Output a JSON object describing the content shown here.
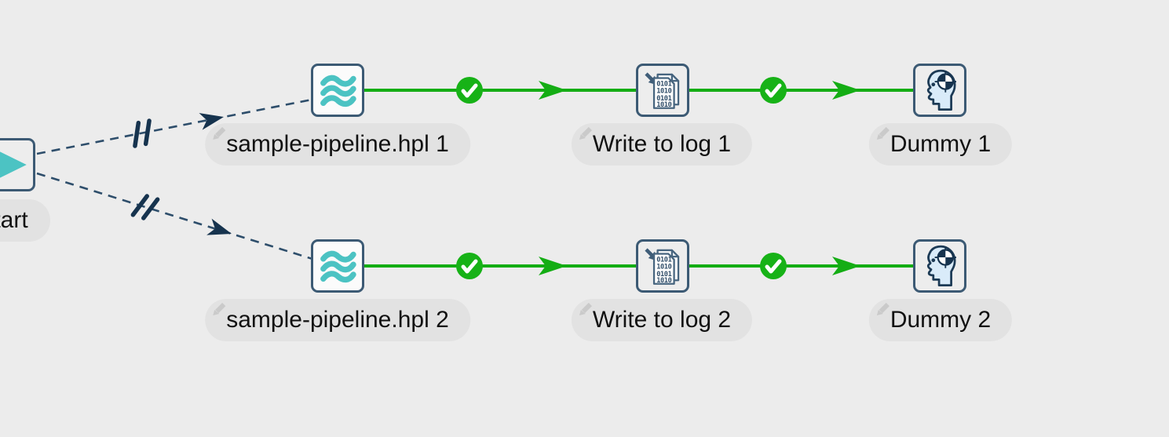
{
  "canvas": {
    "type": "workflow-editor-canvas",
    "background_color": "#ececec"
  },
  "palette": {
    "hop_green": "#14ad14",
    "check_circle_green": "#17b217",
    "hop_navy": "#16334e",
    "slate_border": "#3c5a74",
    "teal": "#4cc3c3",
    "label_bg": "#e2e2e2",
    "label_text": "#111111"
  },
  "workflow": {
    "start_action": {
      "label": "Start",
      "icon": "play-icon"
    },
    "actions": [
      {
        "label": "sample-pipeline.hpl 1",
        "icon": "pipeline-waves-icon"
      },
      {
        "label": "Write to log 1",
        "icon": "write-to-log-icon"
      },
      {
        "label": "Dummy 1",
        "icon": "dummy-head-icon"
      },
      {
        "label": "sample-pipeline.hpl 2",
        "icon": "pipeline-waves-icon"
      },
      {
        "label": "Write to log 2",
        "icon": "write-to-log-icon"
      },
      {
        "label": "Dummy 2",
        "icon": "dummy-head-icon"
      }
    ],
    "hops": [
      {
        "from": "Start",
        "to": "sample-pipeline.hpl 1",
        "style": "dashed",
        "marker": "parallel-slashes"
      },
      {
        "from": "Start",
        "to": "sample-pipeline.hpl 2",
        "style": "dashed",
        "marker": "parallel-slashes"
      },
      {
        "from": "sample-pipeline.hpl 1",
        "to": "Write to log 1",
        "style": "solid-green",
        "marker": "check-circle"
      },
      {
        "from": "Write to log 1",
        "to": "Dummy 1",
        "style": "solid-green",
        "marker": "check-circle"
      },
      {
        "from": "sample-pipeline.hpl 2",
        "to": "Write to log 2",
        "style": "solid-green",
        "marker": "check-circle"
      },
      {
        "from": "Write to log 2",
        "to": "Dummy 2",
        "style": "solid-green",
        "marker": "check-circle"
      }
    ],
    "write_log_icon_lines": [
      "0101",
      "1010",
      "0101",
      "1010"
    ]
  }
}
